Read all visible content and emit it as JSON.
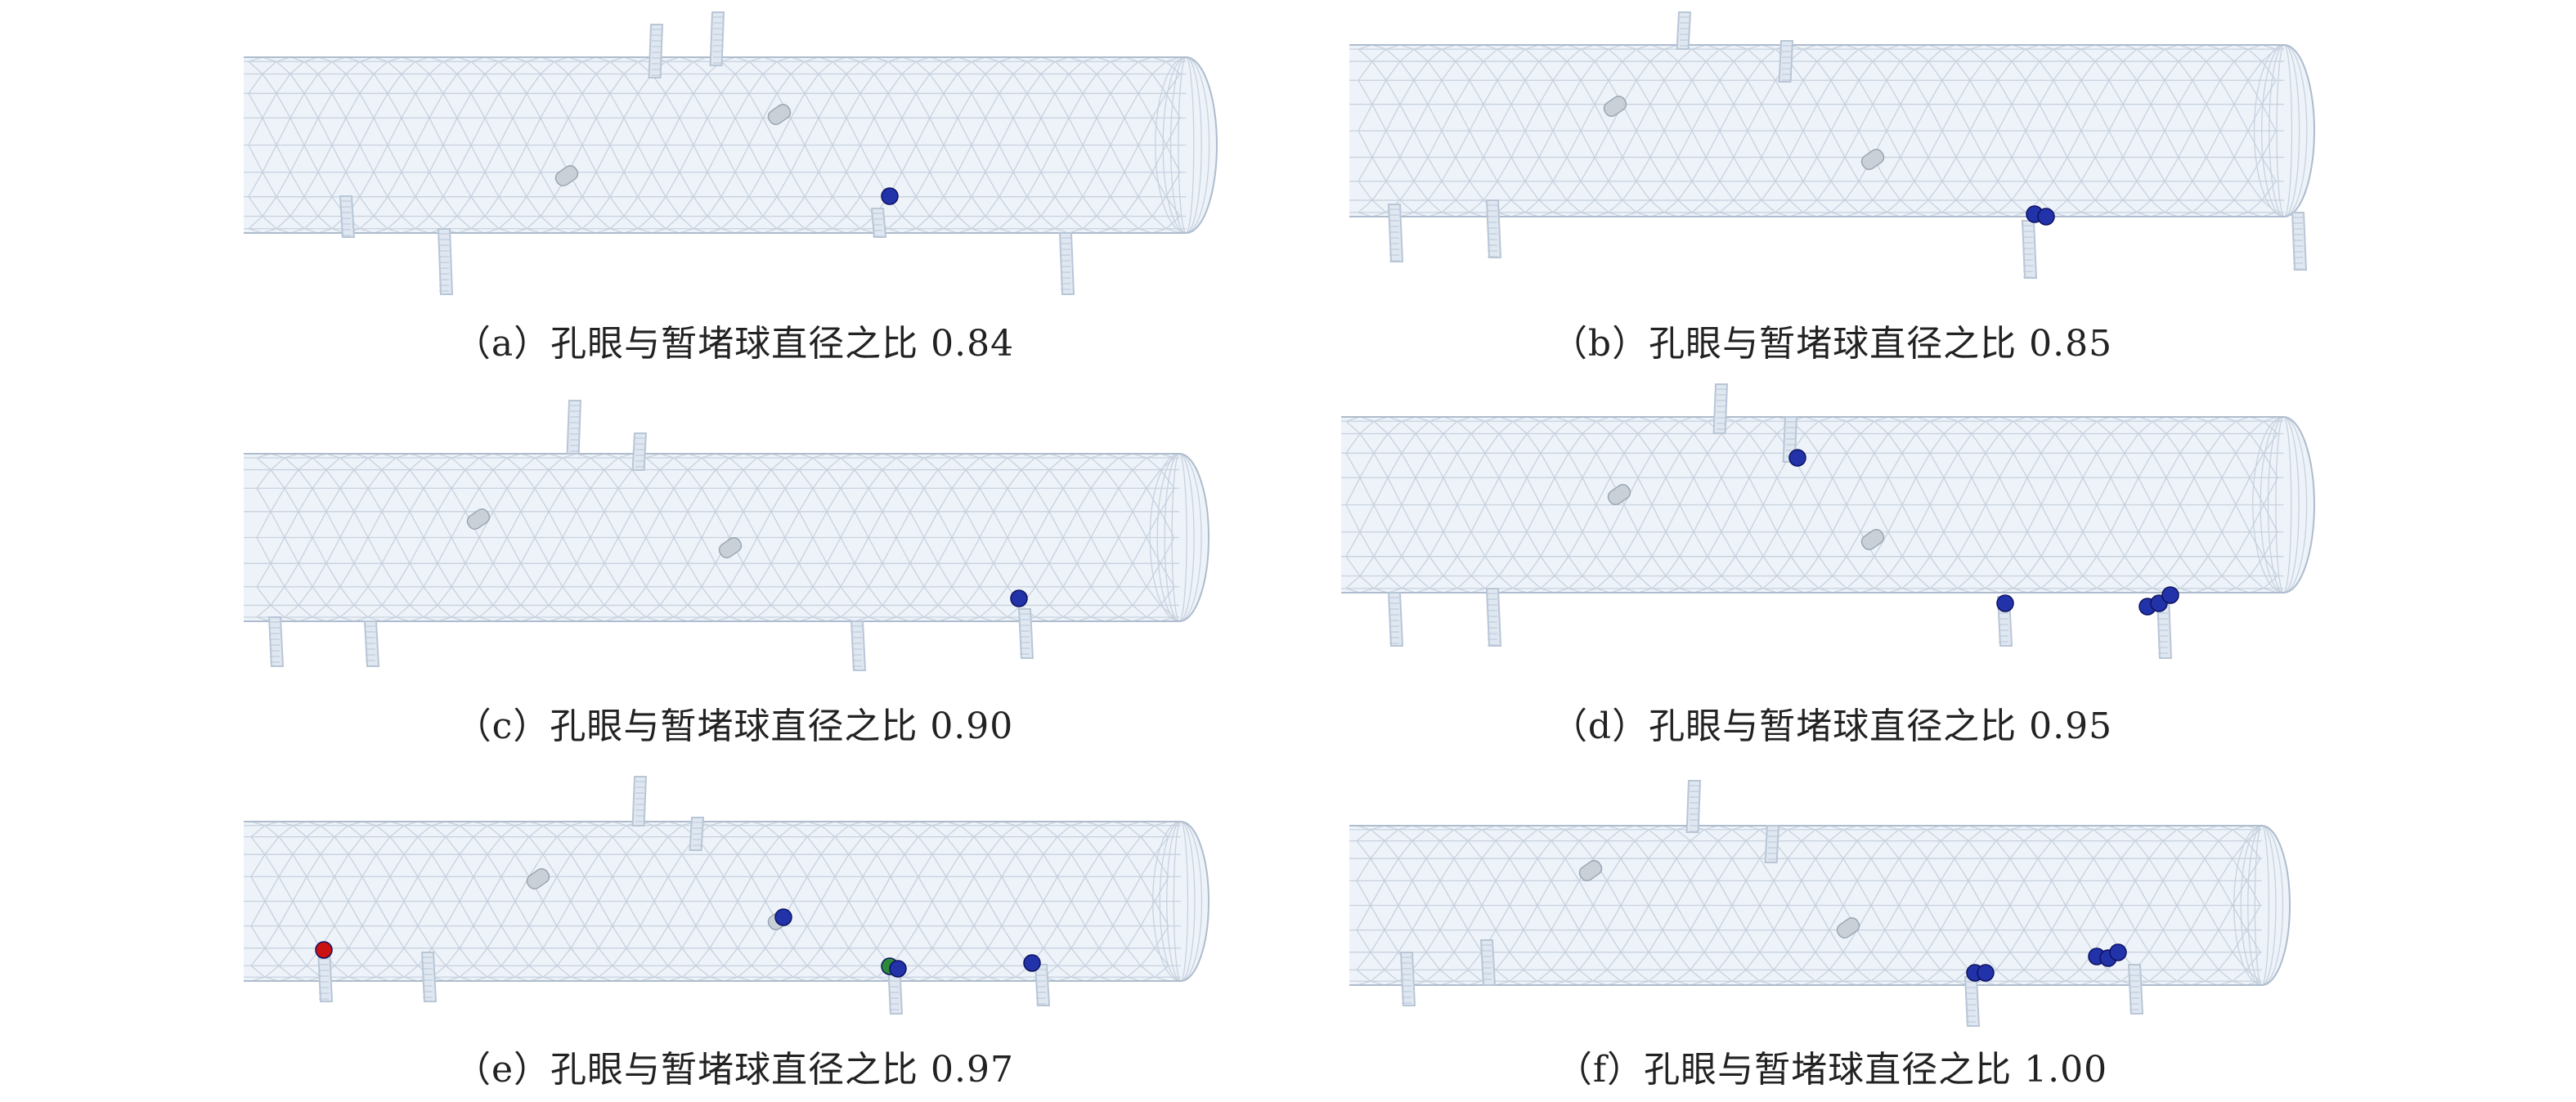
{
  "figure": {
    "panels": [
      {
        "id": "a",
        "caption": "（a）孔眼与暂堵球直径之比 0.84"
      },
      {
        "id": "b",
        "caption": "（b）孔眼与暂堵球直径之比 0.85"
      },
      {
        "id": "c",
        "caption": "（c）孔眼与暂堵球直径之比 0.90"
      },
      {
        "id": "d",
        "caption": "（d）孔眼与暂堵球直径之比 0.95"
      },
      {
        "id": "e",
        "caption": "（e）孔眼与暂堵球直径之比 0.97"
      },
      {
        "id": "f",
        "caption": "（f）孔眼与暂堵球直径之比 1.00"
      }
    ],
    "colors": {
      "mesh": "#c3cedc",
      "casing_fill": "#eef3f9",
      "tube": "#b8c6d6",
      "ball_blue": "#2233aa",
      "ball_red": "#cc1111",
      "ball_green": "#2a8a3a"
    }
  }
}
